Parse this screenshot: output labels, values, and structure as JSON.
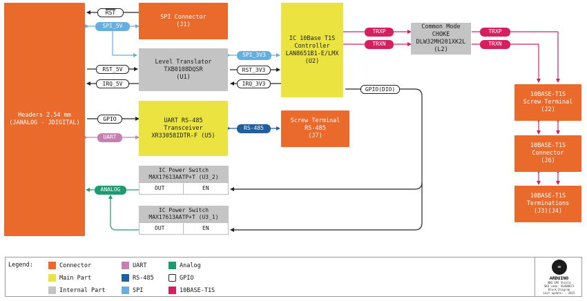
{
  "blocks": {
    "headers": {
      "line1": "Headers 2.54 mm",
      "line2": "(JANALOG - JDIGITAL)"
    },
    "spi_connector": {
      "line1": "SPI Connector",
      "line2": "(J1)"
    },
    "level_translator": {
      "line1": "Level Translator",
      "line2": "TXB0108DQSR",
      "line3": "(U1)"
    },
    "uart_rs485": {
      "line1": "UART RS-485",
      "line2": "Transceiver",
      "line3": "XR33058IDTR-F (U5)"
    },
    "ic_controller": {
      "line1": "IC 10Base T1S",
      "line2": "Controller",
      "line3": "LAN8651B1-E/LMX",
      "line4": "(U2)"
    },
    "common_mode_choke": {
      "line1": "Common Mode",
      "line2": "CHOKE",
      "line3": "DLW32MH201XK2L",
      "line4": "(L2)"
    },
    "screw_terminal_rs485": {
      "line1": "Screw Terminal",
      "line2": "RS-485",
      "line3": "(J7)"
    },
    "screw_terminal_t1s": {
      "line1": "10BASE-T1S",
      "line2": "Screw Terminal",
      "line3": "(J2)"
    },
    "connector_t1s": {
      "line1": "10BASE-T1S",
      "line2": "Connector",
      "line3": "(J6)"
    },
    "terminations_t1s": {
      "line1": "10BASE-T1S",
      "line2": "Terminations",
      "line3": "(J3)(J4)"
    }
  },
  "power_switches": [
    {
      "line1": "IC Power Switch",
      "line2": "MAX17613AATP+T (U3_2)",
      "out": "OUT",
      "en": "EN"
    },
    {
      "line1": "IC Power Switch",
      "line2": "MAX17613AATP+T (U3_1)",
      "out": "OUT",
      "en": "EN"
    }
  ],
  "signals": {
    "rst": "RST",
    "spi_5v": "SPI_5V",
    "rst_5v": "RST_5V",
    "irq_5v": "IRQ_5V",
    "spi_3v3": "SPI_3V3",
    "rst_3v3": "RST_3V3",
    "irq_3v3": "IRQ_3V3",
    "gpio": "GPIO",
    "uart": "UART",
    "rs485": "RS-485",
    "gpio_dio": "GPIO(DIO)",
    "analog": "ANALOG",
    "trxp_left": "TRXP",
    "trxn_left": "TRXN",
    "trxp_right": "TRXP",
    "trxn_right": "TRXN"
  },
  "legend": {
    "title": "Legend:",
    "items": [
      {
        "label": "Connector",
        "color": "#ea6a2b"
      },
      {
        "label": "Main Part",
        "color": "#ebe33f"
      },
      {
        "label": "Internal Part",
        "color": "#c4c4c4"
      },
      {
        "label": "UART",
        "color": "#c57fb0"
      },
      {
        "label": "RS-485",
        "color": "#1f5f9e"
      },
      {
        "label": "SPI",
        "color": "#66aee0"
      },
      {
        "label": "Analog",
        "color": "#1f9a6e"
      },
      {
        "label": "GPIO",
        "color": "#ffffff"
      },
      {
        "label": "10BASE-T1S",
        "color": "#d61f5f"
      }
    ]
  },
  "logo": {
    "brand": "ARDUINO",
    "mark": "∞",
    "meta1": "UNO SPE Shield",
    "meta2": "SKU code: ASX00073",
    "meta3": "Block Diagram",
    "meta4": "Last update: , 2025"
  },
  "icons": {
    "logo_mark": "arduino-infinity-icon"
  }
}
